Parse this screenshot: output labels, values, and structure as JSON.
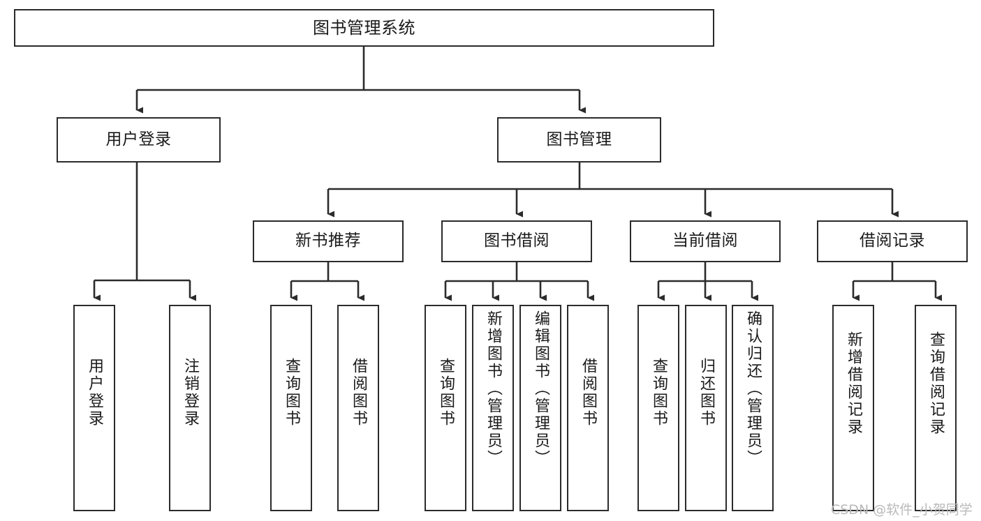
{
  "diagram": {
    "title": "图书管理系统",
    "watermark": "CSDN @软件_小贺同学",
    "style": {
      "border_color": "#2b2b2b",
      "background": "#ffffff",
      "text_color": "#1a1a1a",
      "watermark_color": "#b9b9b9"
    },
    "root": {
      "label": "图书管理系统"
    },
    "level2": [
      {
        "label": "用户登录"
      },
      {
        "label": "图书管理"
      }
    ],
    "level3": [
      {
        "label": "新书推荐"
      },
      {
        "label": "图书借阅"
      },
      {
        "label": "当前借阅"
      },
      {
        "label": "借阅记录"
      }
    ],
    "leaves": {
      "user_login": [
        {
          "label": "用户登录"
        },
        {
          "label": "注销登录"
        }
      ],
      "new_book_recommend": [
        {
          "label": "查询图书"
        },
        {
          "label": "借阅图书"
        }
      ],
      "book_borrow": [
        {
          "label": "查询图书"
        },
        {
          "label": "新增图书（管理员）"
        },
        {
          "label": "编辑图书（管理员）"
        },
        {
          "label": "借阅图书"
        }
      ],
      "current_borrow": [
        {
          "label": "查询图书"
        },
        {
          "label": "归还图书"
        },
        {
          "label": "确认归还（管理员）"
        }
      ],
      "borrow_record": [
        {
          "label": "新增借阅记录"
        },
        {
          "label": "查询借阅记录"
        }
      ]
    }
  }
}
